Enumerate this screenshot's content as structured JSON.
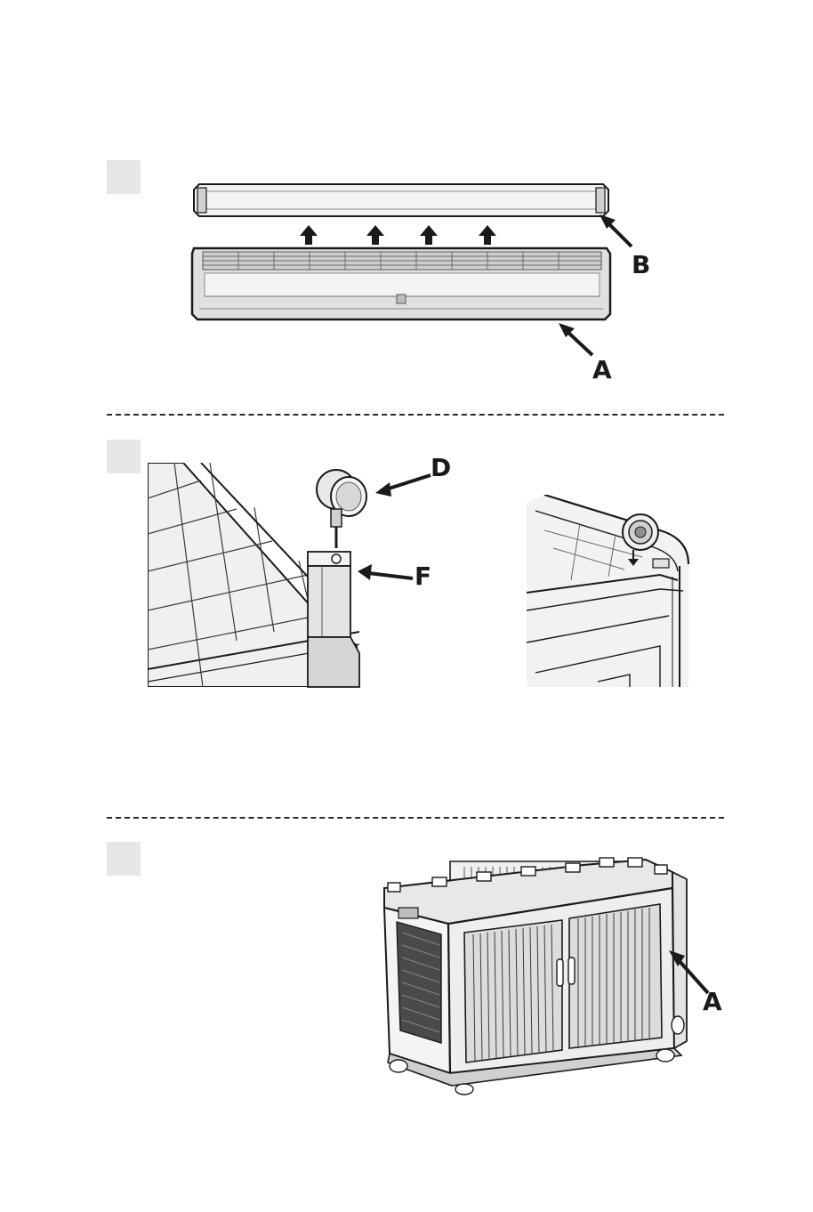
{
  "steps": [
    {
      "id": "step-1",
      "callouts": [
        "B",
        "A"
      ]
    },
    {
      "id": "step-2",
      "callouts": [
        "D",
        "F"
      ]
    },
    {
      "id": "step-3",
      "callouts": [
        "A"
      ]
    }
  ],
  "colors": {
    "line": "#1a1a1a",
    "fill_light": "#f2f2f2",
    "fill_mid": "#d9d9d9",
    "fill_dark": "#9a9a9a",
    "step_box": "#e6e6e6"
  }
}
